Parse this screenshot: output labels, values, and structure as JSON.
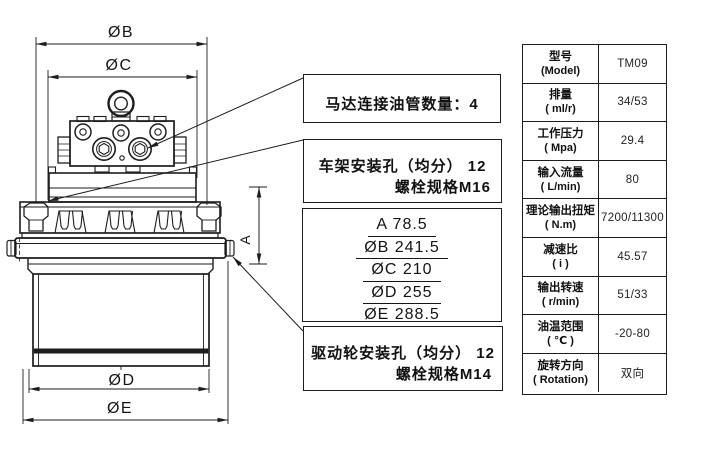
{
  "drawing": {
    "labels": {
      "b": "ØB",
      "c": "ØC",
      "d": "ØD",
      "e": "ØE",
      "a": "A"
    }
  },
  "callouts": {
    "pipe_count": {
      "text": "马达连接油管数量：4"
    },
    "frame_mount": {
      "line1": "车架安装孔（均分） 12",
      "line2": "螺栓规格M16"
    },
    "dimensions": {
      "items": [
        "A 78.5",
        "ØB 241.5",
        "ØC 210",
        "ØD 255",
        "ØE 288.5"
      ]
    },
    "drive_mount": {
      "line1": "驱动轮安装孔（均分） 12",
      "line2": "螺栓规格M14"
    }
  },
  "spec_table": {
    "rows": [
      {
        "label": "型号",
        "sub": "(Model)",
        "value": "TM09"
      },
      {
        "label": "排量",
        "sub": "( ml/r)",
        "value": "34/53"
      },
      {
        "label": "工作压力",
        "sub": "( Mpa)",
        "value": "29.4"
      },
      {
        "label": "输入流量",
        "sub": "( L/min)",
        "value": "80"
      },
      {
        "label": "理论输出扭矩",
        "sub": "( N.m)",
        "value": "7200/11300"
      },
      {
        "label": "减速比",
        "sub": "( i )",
        "value": "45.57"
      },
      {
        "label": "输出转速",
        "sub": "( r/min)",
        "value": "51/33"
      },
      {
        "label": "油温范围",
        "sub": "( ℃ )",
        "value": "-20-80"
      },
      {
        "label": "旋转方向",
        "sub": "( Rotation)",
        "value": "双向"
      }
    ]
  },
  "colors": {
    "line": "#1d1d1d",
    "text": "#141414"
  }
}
